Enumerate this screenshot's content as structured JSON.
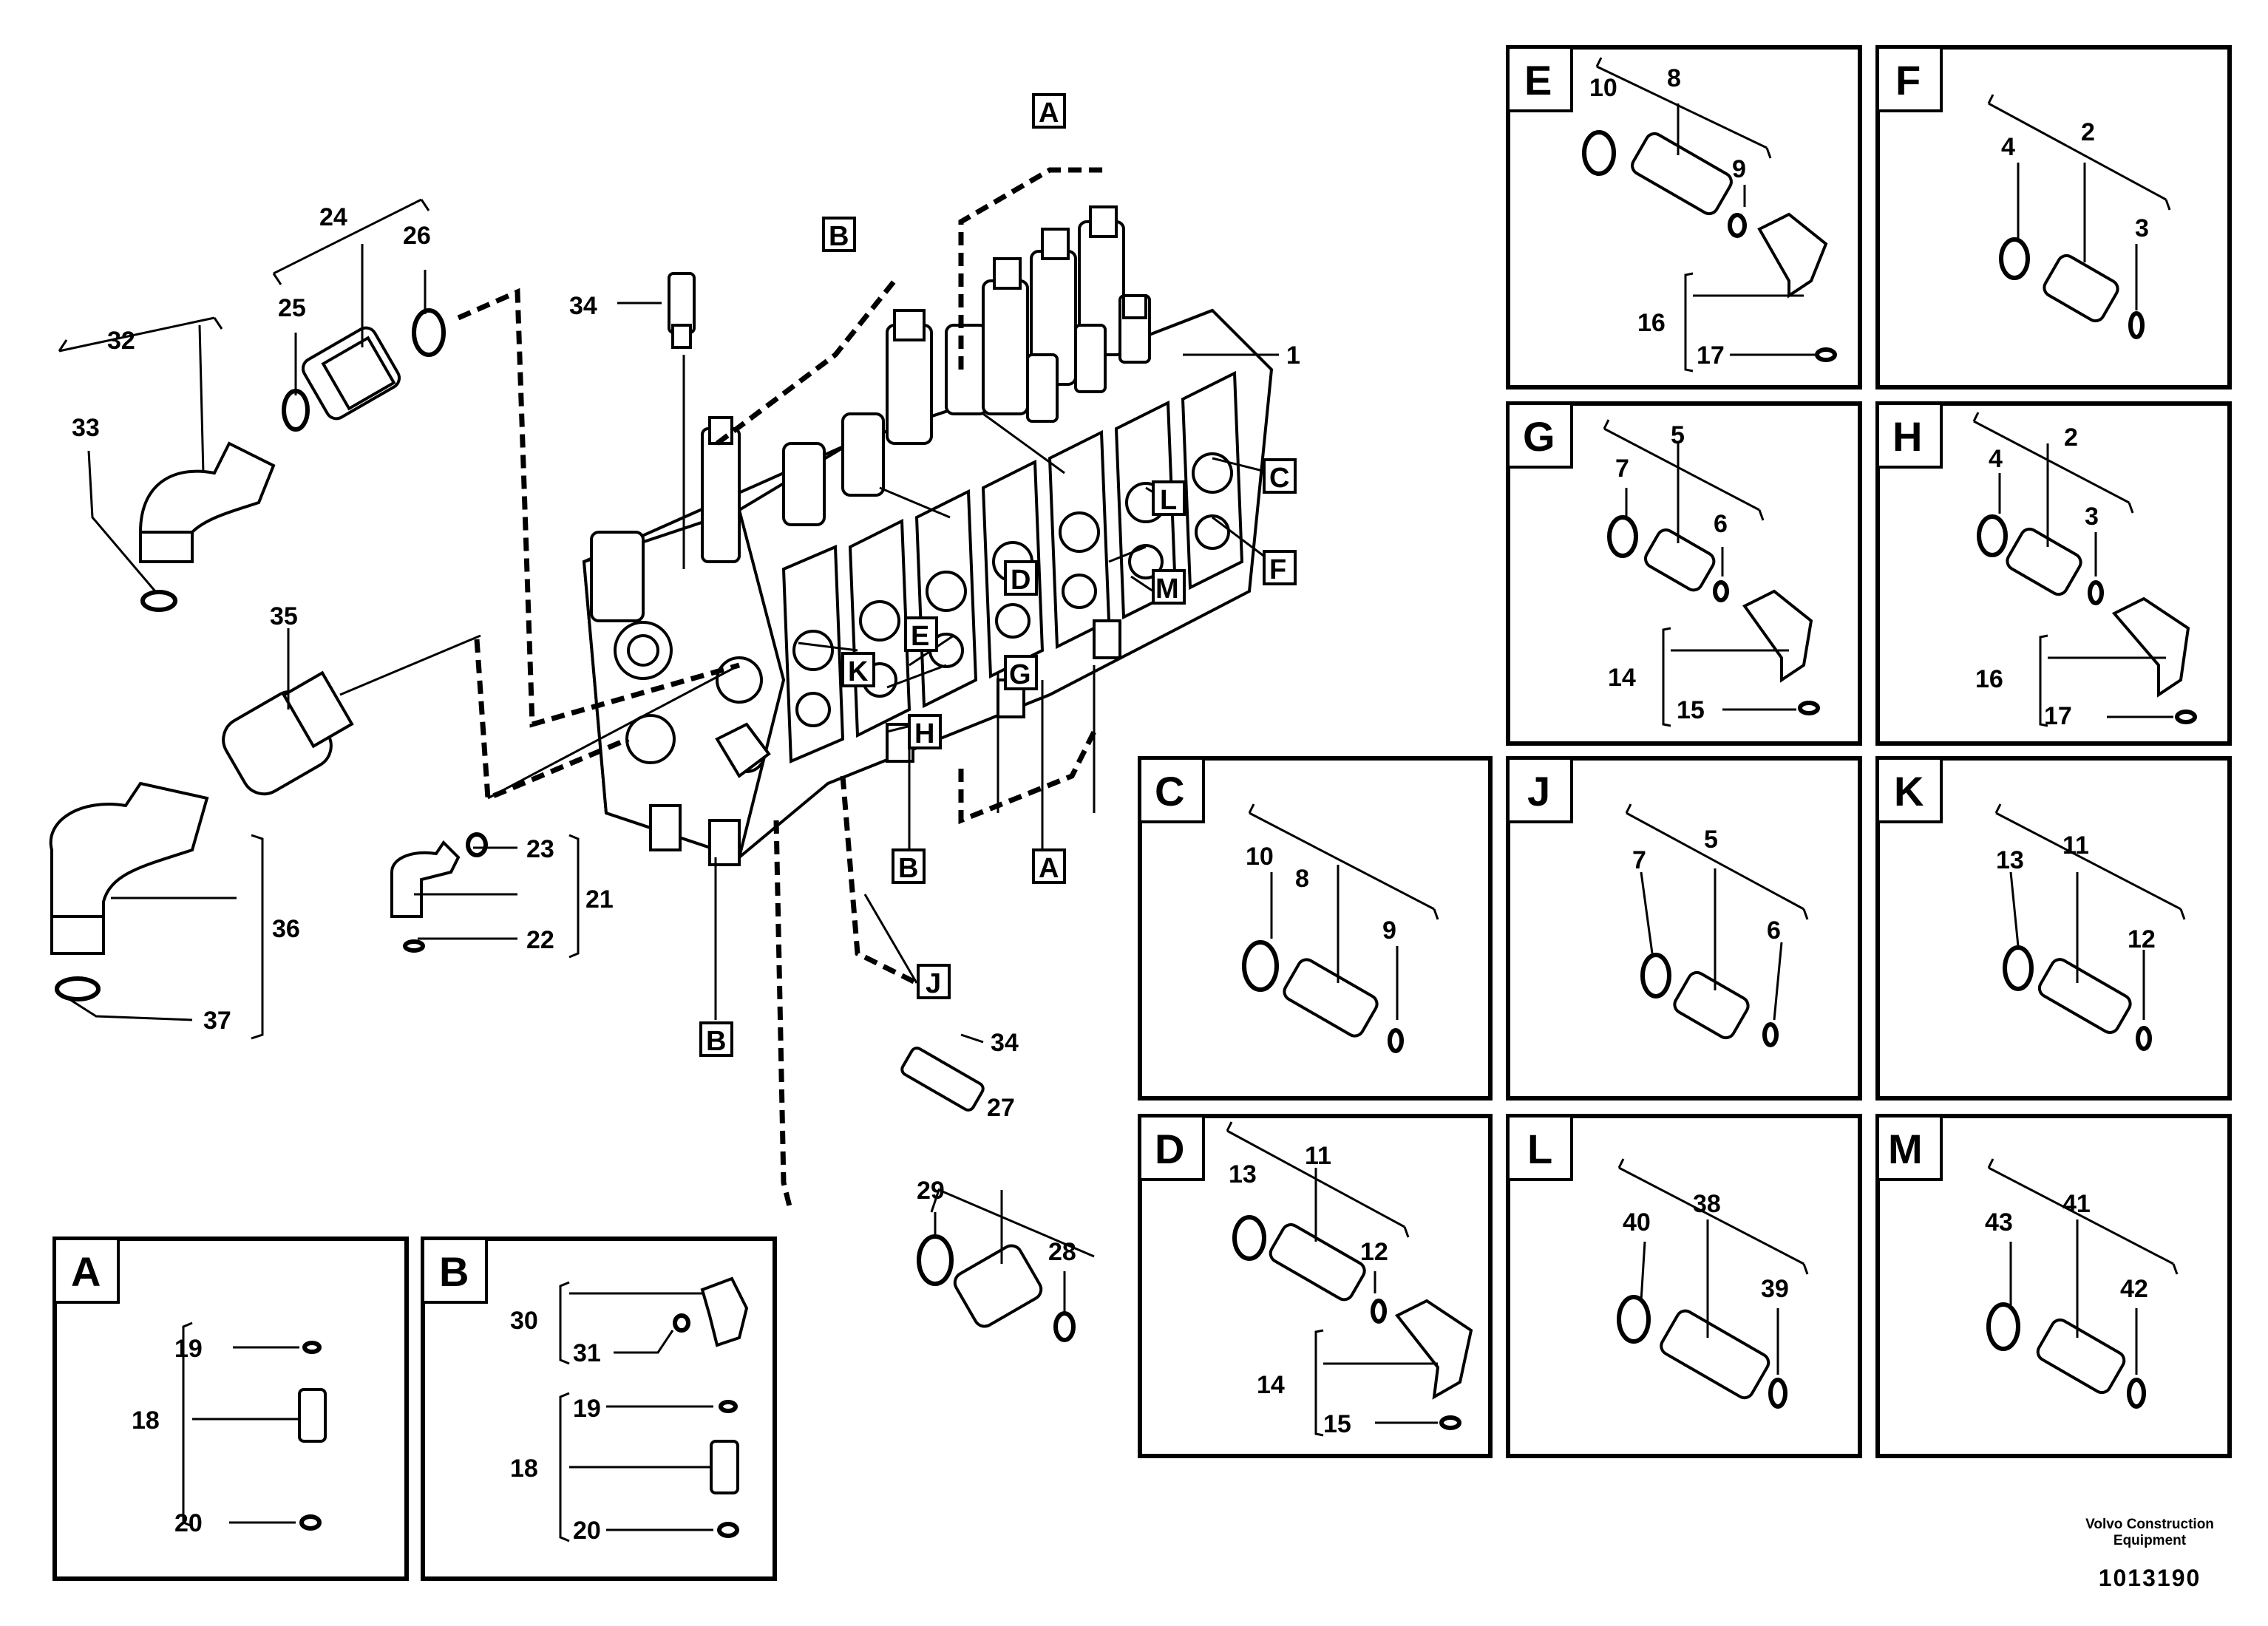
{
  "labels": {
    "n1": "1",
    "n2": "2",
    "n3": "3",
    "n4": "4",
    "n5": "5",
    "n6": "6",
    "n7": "7",
    "n8": "8",
    "n9": "9",
    "n10": "10",
    "n11": "11",
    "n12": "12",
    "n13": "13",
    "n14": "14",
    "n15": "15",
    "n16": "16",
    "n17": "17",
    "n18": "18",
    "n19": "19",
    "n20": "20",
    "n21": "21",
    "n22": "22",
    "n23": "23",
    "n24": "24",
    "n25": "25",
    "n26": "26",
    "n27": "27",
    "n28": "28",
    "n29": "29",
    "n30": "30",
    "n31": "31",
    "n32": "32",
    "n33": "33",
    "n34": "34",
    "n35": "35",
    "n36": "36",
    "n37": "37",
    "n38": "38",
    "n39": "39",
    "n40": "40",
    "n41": "41",
    "n42": "42",
    "n43": "43"
  },
  "callouts": {
    "A": "A",
    "B": "B",
    "C": "C",
    "D": "D",
    "E": "E",
    "F": "F",
    "G": "G",
    "H": "H",
    "J": "J",
    "K": "K",
    "L": "L",
    "M": "M"
  },
  "footer": {
    "brand_line1": "Volvo Construction",
    "brand_line2": "Equipment",
    "drawing_number": "1013190"
  }
}
